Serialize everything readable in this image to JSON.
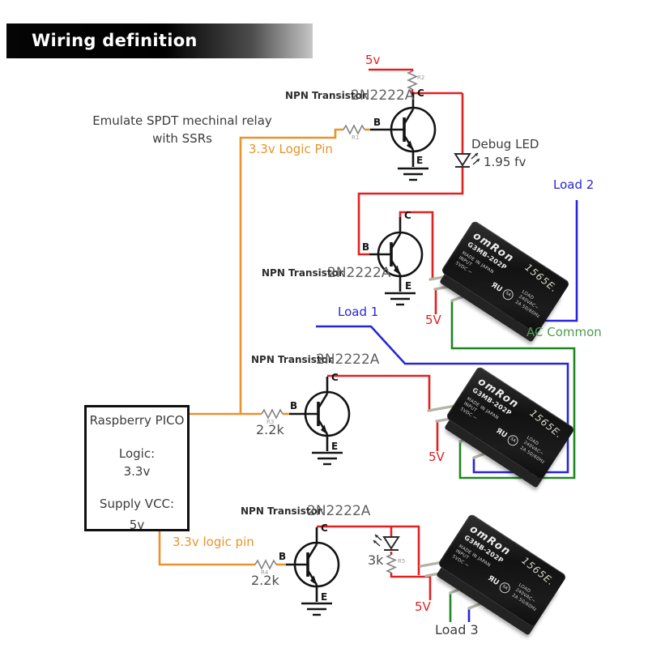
{
  "banner": {
    "title": "Wiring definition"
  },
  "note": {
    "line1": "Emulate SPDT mechinal relay",
    "line2": "with SSRs"
  },
  "labels": {
    "npn": "NPN Transistor",
    "part": "2N2222A",
    "b": "B",
    "c": "C",
    "e": "E"
  },
  "power": {
    "rail_top": "5v",
    "relay1": "5V",
    "relay2": "5V",
    "relay3": "5V"
  },
  "logic_pins": {
    "top": "3.3v Logic Pin",
    "bottom": "3.3v logic pin"
  },
  "loads": {
    "load1": "Load 1",
    "load2": "Load 2",
    "load3": "Load 3",
    "ac_common": "AC Common"
  },
  "debug_led": {
    "name": "Debug LED",
    "forward_voltage": "1.95 fv"
  },
  "resistors": {
    "r1": "R1",
    "r2": "R2",
    "r3": "R3",
    "r4": "R4",
    "r5": "R5",
    "r3_value": "2.2k",
    "r4_value": "2.2k",
    "r5_value": "3k"
  },
  "pico": {
    "title": "Raspberry PICO",
    "logic_label": "Logic:",
    "logic_value": "3.3v",
    "supply_label": "Supply VCC:",
    "supply_value": "5v"
  },
  "relay": {
    "brand": "omRon",
    "model": "G3MB-202P",
    "date_code": "1565E.",
    "made_in": "MADE IN JAPAN",
    "input_label": "INPUT",
    "input_rating": "5VDC ⎓",
    "ul_mark": "ЯU",
    "csa_mark": "SA",
    "load_label": "LOAD",
    "load_voltage": "240VAC~",
    "load_current": "2A 50/60Hz"
  },
  "colors": {
    "wire_red": "#e02121",
    "wire_orange": "#e8932c",
    "wire_blue": "#2626d8",
    "wire_green": "#1f8722",
    "label_green": "#4c9b50",
    "relay_body": "#191919"
  }
}
